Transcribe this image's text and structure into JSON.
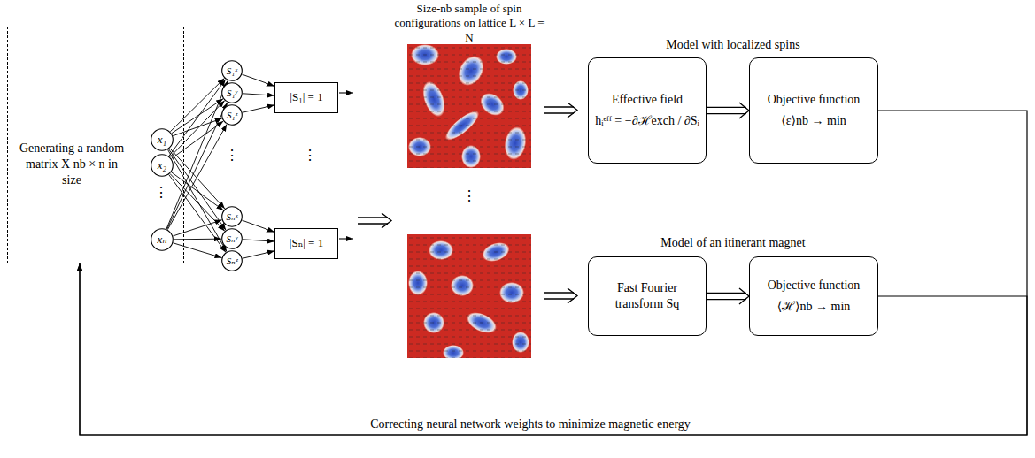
{
  "diagram": {
    "nodes": [
      {
        "text": [
          "Generating a random matrix X nb × n in size"
        ]
      },
      {
        "text": [
          "x₁"
        ],
        "in": 0
      },
      {
        "text": [
          "x₂"
        ],
        "in": 0
      },
      {
        "text": [
          "xₙ"
        ],
        "in": 0
      },
      {
        "text": [
          "S₁ˣ"
        ]
      },
      {
        "text": [
          "S₁ʸ"
        ]
      },
      {
        "text": [
          "S₁ᶻ"
        ]
      },
      {
        "text": [
          "Sₙˣ"
        ]
      },
      {
        "text": [
          "Sₙʸ"
        ]
      },
      {
        "text": [
          "Sₙᶻ"
        ]
      },
      {
        "text": [
          "|S₁| = 1"
        ]
      },
      {
        "text": [
          "|Sₙ| = 1"
        ]
      },
      {
        "text": [
          "Effective field",
          "hᵢᵉᶠᶠ = −∂ℋexch / ∂Sᵢ"
        ]
      },
      {
        "text": [
          "Objective function",
          "⟨ε⟩nb → min"
        ]
      },
      {
        "text": [
          "Fast Fourier transform Sq"
        ]
      },
      {
        "text": [
          "Objective function",
          "⟨ℋ⟩nb → min"
        ]
      }
    ],
    "edges": [
      {
        "from": 1,
        "to": 4,
        "arrow": "to"
      },
      {
        "from": 1,
        "to": 5,
        "arrow": "to"
      },
      {
        "from": 1,
        "to": 6,
        "arrow": "to"
      },
      {
        "from": 1,
        "to": 7,
        "arrow": "to"
      },
      {
        "from": 1,
        "to": 8,
        "arrow": "to"
      },
      {
        "from": 1,
        "to": 9,
        "arrow": "to"
      },
      {
        "from": 2,
        "to": 4,
        "arrow": "to"
      },
      {
        "from": 2,
        "to": 5,
        "arrow": "to"
      },
      {
        "from": 2,
        "to": 6,
        "arrow": "to"
      },
      {
        "from": 2,
        "to": 7,
        "arrow": "to"
      },
      {
        "from": 2,
        "to": 8,
        "arrow": "to"
      },
      {
        "from": 2,
        "to": 9,
        "arrow": "to"
      },
      {
        "from": 3,
        "to": 4,
        "arrow": "to"
      },
      {
        "from": 3,
        "to": 5,
        "arrow": "to"
      },
      {
        "from": 3,
        "to": 6,
        "arrow": "to"
      },
      {
        "from": 3,
        "to": 7,
        "arrow": "to"
      },
      {
        "from": 3,
        "to": 8,
        "arrow": "to"
      },
      {
        "from": 3,
        "to": 9,
        "arrow": "to"
      },
      {
        "from": 4,
        "to": 10,
        "arrow": "to"
      },
      {
        "from": 5,
        "to": 10,
        "arrow": "to"
      },
      {
        "from": 6,
        "to": 10,
        "arrow": "to"
      },
      {
        "from": 7,
        "to": 11,
        "arrow": "to"
      },
      {
        "from": 8,
        "to": 11,
        "arrow": "to"
      },
      {
        "from": 9,
        "to": 11,
        "arrow": "to"
      },
      {
        "from": 12,
        "to": 13,
        "arrow": "to"
      },
      {
        "from": 14,
        "to": 15,
        "arrow": "to"
      },
      {
        "from": 13,
        "to": 0,
        "arrow": "to",
        "label": "Correcting neural network weights to minimize magnetic energy"
      },
      {
        "from": 15,
        "to": 0,
        "arrow": "to"
      }
    ],
    "labels": [
      "Size-nb sample of spin configurations on lattice L × L = N",
      "Model with localized spins",
      "Model of an itinerant magnet",
      "⋮",
      "⋮",
      "⋮",
      "⋮"
    ]
  }
}
